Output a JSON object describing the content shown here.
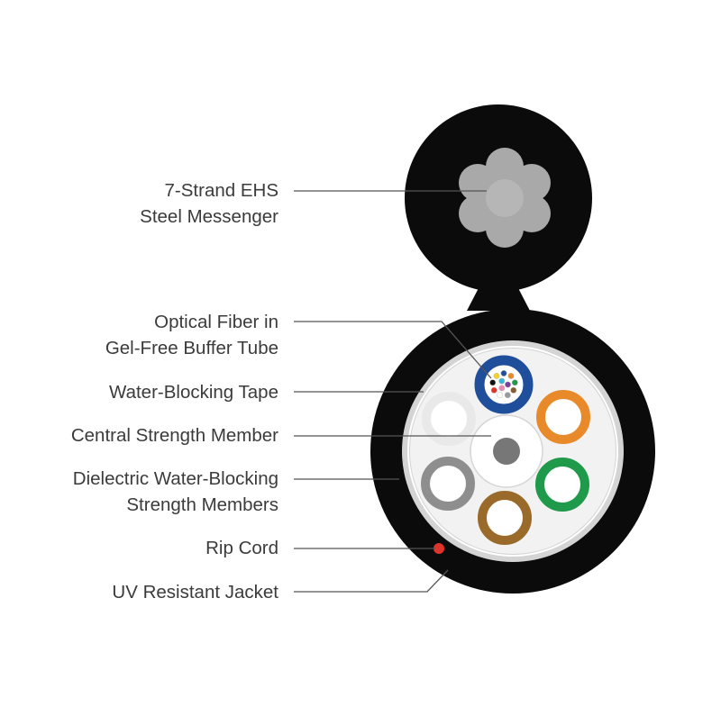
{
  "diagram": {
    "labels": {
      "messenger": [
        "7-Strand EHS",
        "Steel Messenger"
      ],
      "optical_fiber": [
        "Optical Fiber in",
        "Gel-Free Buffer Tube"
      ],
      "water_blocking_tape": "Water-Blocking Tape",
      "central_strength_member": "Central Strength Member",
      "dielectric_strength_members": [
        "Dielectric Water-Blocking",
        "Strength Members"
      ],
      "rip_cord": "Rip Cord",
      "jacket": "UV Resistant Jacket"
    },
    "colors": {
      "jacket": "#0b0b0b",
      "tape": "#d4d4d4",
      "core": "#f2f2f2",
      "leader_line": "#555555",
      "rip_cord": "#e0332b",
      "buffer_tube_blue": "#1f4e9a",
      "orange": "#e8892a",
      "green": "#1e9a4a",
      "brown": "#9a6a2a",
      "gray": "#8e8e8e",
      "white_tube": "#e9e9e9",
      "central_member": "#777777"
    },
    "fiber_colors": [
      "#1f4e9a",
      "#e8892a",
      "#1e9a4a",
      "#8a5a2b",
      "#9a9a9a",
      "#ffffff",
      "#e0332b",
      "#111111",
      "#f2d22e",
      "#7b3fa0",
      "#e78ab5",
      "#38b8d6"
    ]
  }
}
